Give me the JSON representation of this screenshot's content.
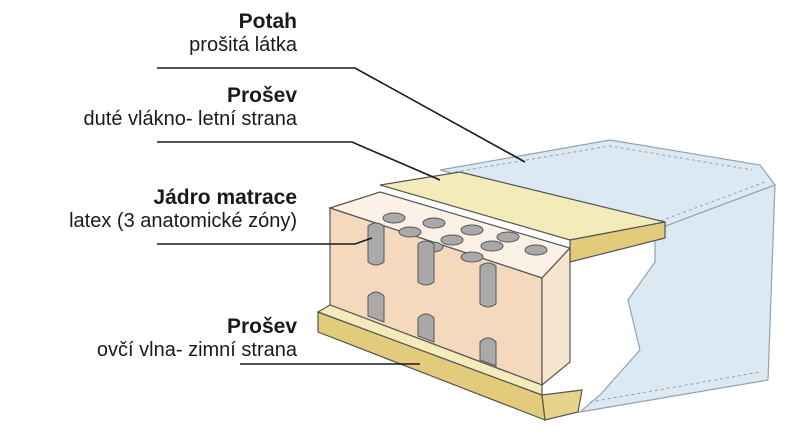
{
  "layers": [
    {
      "title": "Potah",
      "desc": "prošitá látka"
    },
    {
      "title": "Prošev",
      "desc": "duté vlákno- letní strana"
    },
    {
      "title": "Jádro matrace",
      "desc": "latex (3 anatomické  zóny)"
    },
    {
      "title": "Prošev",
      "desc": "ovčí vlna- zimní strana"
    }
  ],
  "colors": {
    "cover": "#dce9f2",
    "cover_stitch": "#8fa3b3",
    "padding_top": "#f4ebbb",
    "padding_side": "#e2cb7a",
    "core_front": "#f5d9bd",
    "core_side": "#f7e4cf",
    "core_top": "#fbf1e6",
    "holes": "#a9a9a9",
    "leader_line": "#1a1a1a"
  }
}
